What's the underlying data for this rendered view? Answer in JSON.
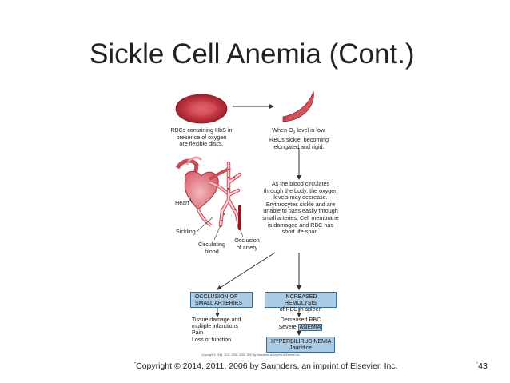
{
  "slide": {
    "title": "Sickle Cell Anemia (Cont.)",
    "footer_copyright": "Copyright © 2014, 2011, 2006 by Saunders, an imprint of Elsevier, Inc.",
    "page_number": "43",
    "bullet_glyph": "•"
  },
  "figure": {
    "normal_rbc_caption": "RBCs containing HbS in\npresence of oxygen\nare flexible discs.",
    "sickle_caption_pre": "When O",
    "sickle_caption_sub": "2",
    "sickle_caption_post": " level is low,\nRBCs sickle, becoming\nelongated and rigid.",
    "circulation_text": "As the blood circulates\nthrough the body, the oxygen\nlevels may decrease.\nErythrocytes sickle and are\nunable to pass easily through\nsmall arteries. Cell membrane\nis damaged and RBC has\nshort life span.",
    "label_heart": "Heart",
    "label_sickling": "Sickling",
    "label_occlusion": "Occlusion\nof artery",
    "label_circulating": "Circulating\nblood",
    "box_occlusion": "OCCLUSION OF\nSMALL ARTERIES",
    "box_hemolysis": "INCREASED HEMOLYSIS\nof RBC in spleen",
    "effects_occlusion": "Tissue damage and\nmultiple infarctions\nPain\nLoss of function",
    "decreased_rbc": "Decreased RBC",
    "severe_prefix": "Severe ",
    "anemia_label": "ANEMIA",
    "box_hyperbili": "HYPERBILIRUBINEMIA\nJaundice",
    "figure_copyright": "Copyright © 2014, 2011, 2006, 2002, 1997 by Saunders, an imprint of Elsevier Inc."
  },
  "colors": {
    "rbc": "#c0303a",
    "box_fill": "#a9cbe6",
    "box_border": "#3a6f99",
    "arrow": "#333333",
    "bullet": "#4aa0d8"
  }
}
